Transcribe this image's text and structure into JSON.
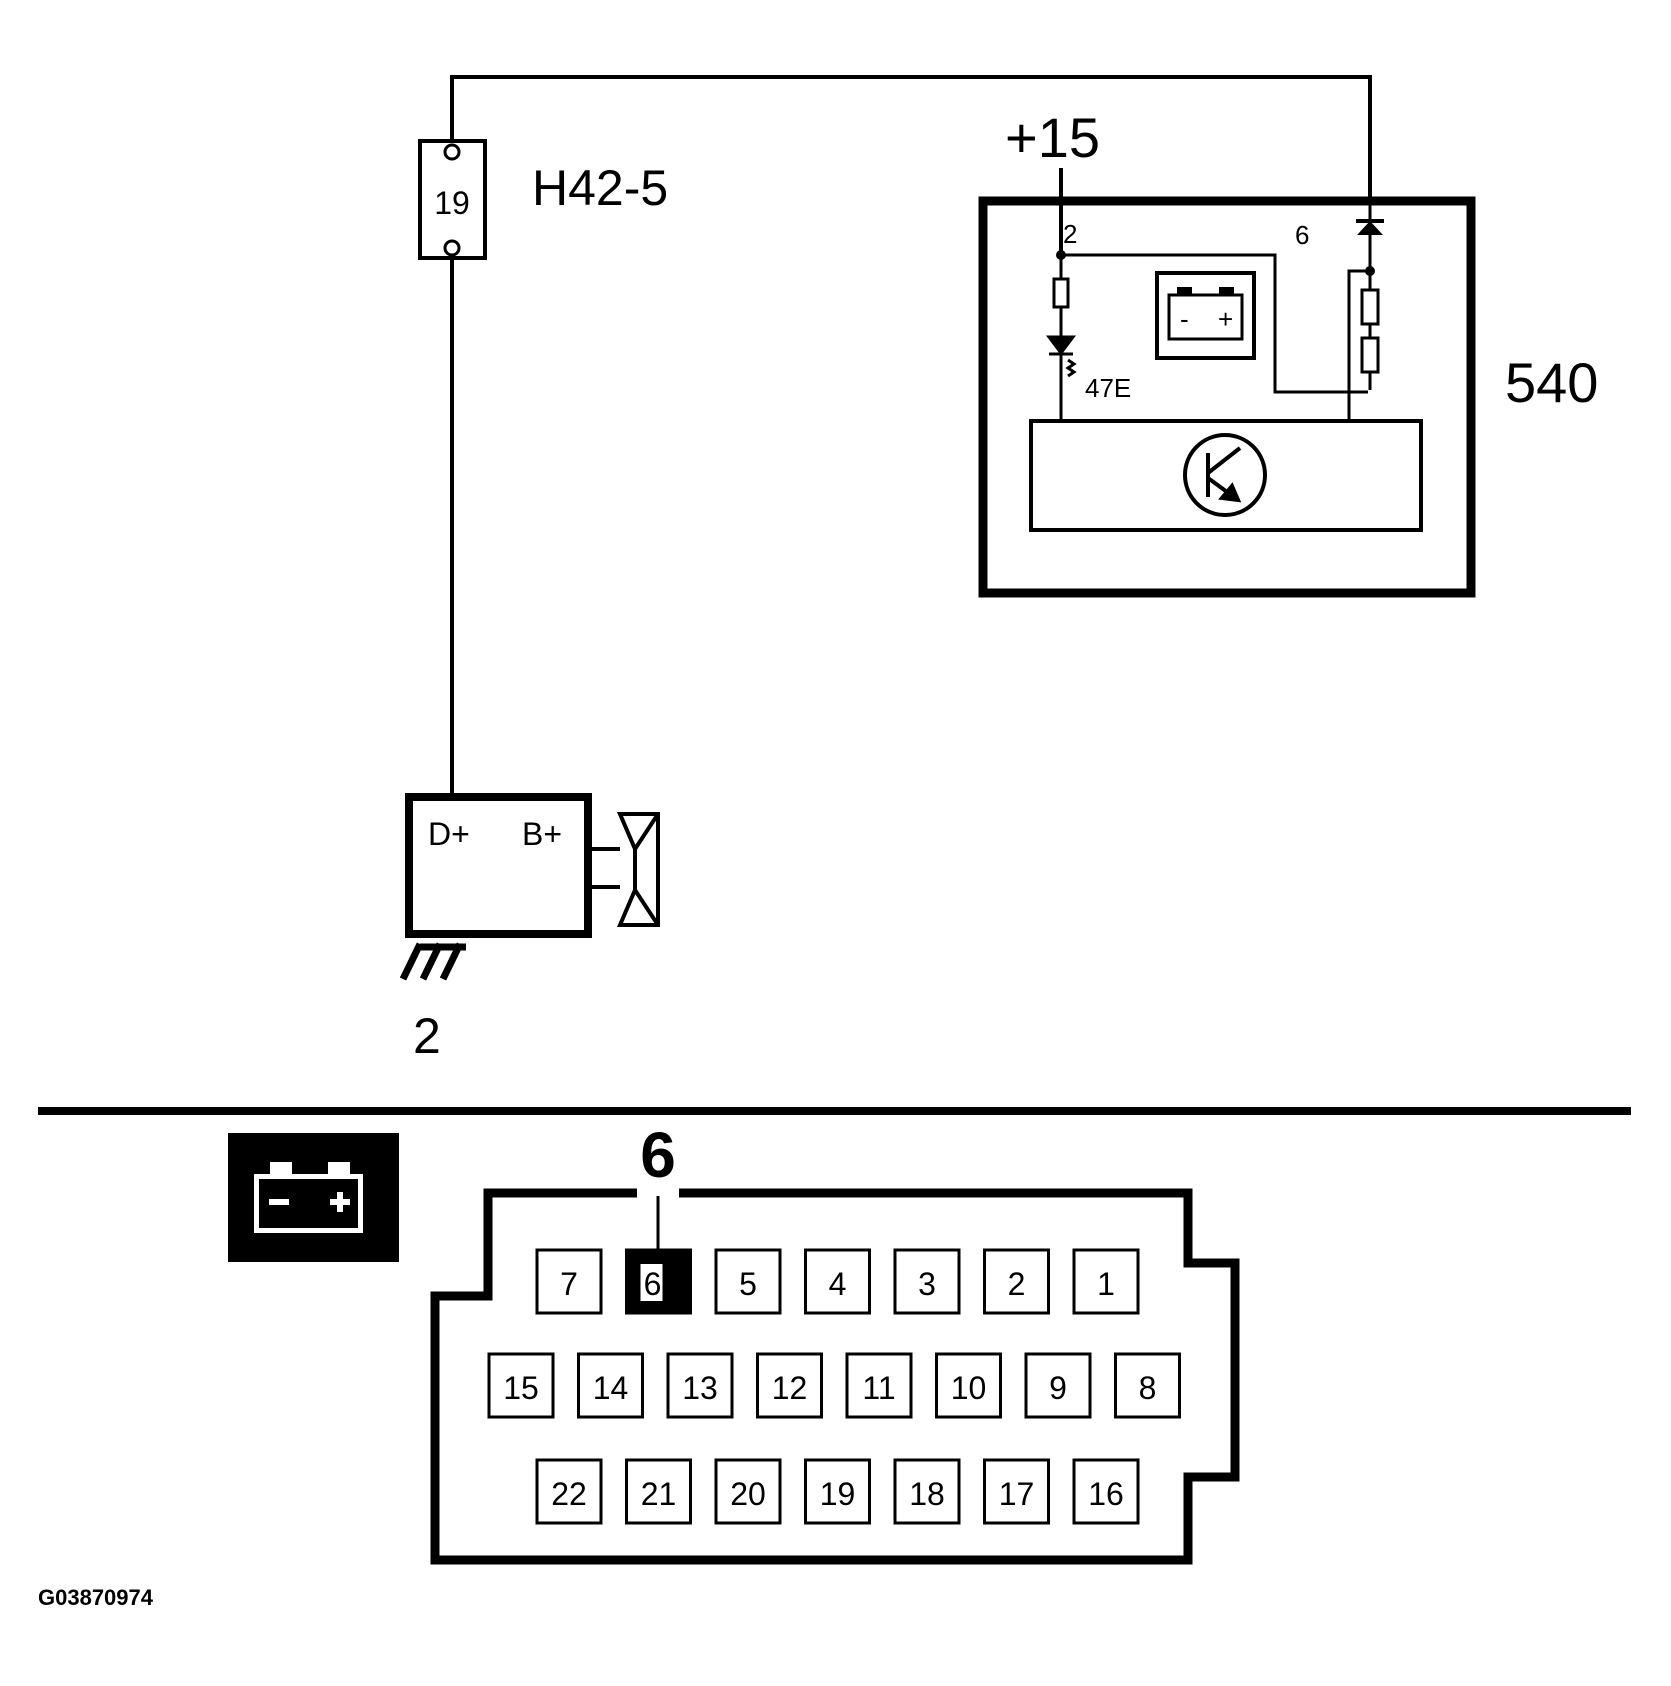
{
  "fuse": {
    "label": "H42-5",
    "number": "19"
  },
  "supply": {
    "label": "+15"
  },
  "module": {
    "label": "540",
    "pin_left": "2",
    "pin_right": "6",
    "lamp_label": "47E",
    "battery_minus": "-",
    "battery_plus": "+"
  },
  "alternator": {
    "terminal_d": "D+",
    "terminal_b": "B+",
    "ground_label": "2"
  },
  "connector": {
    "highlight_pin_label": "6",
    "highlighted_pin": "6",
    "rows": [
      [
        "7",
        "6",
        "5",
        "4",
        "3",
        "2",
        "1"
      ],
      [
        "15",
        "14",
        "13",
        "12",
        "11",
        "10",
        "9",
        "8"
      ],
      [
        "22",
        "21",
        "20",
        "19",
        "18",
        "17",
        "16"
      ]
    ]
  },
  "battery_icon": {
    "minus": "-",
    "plus": "+"
  },
  "figure_id": "G03870974"
}
